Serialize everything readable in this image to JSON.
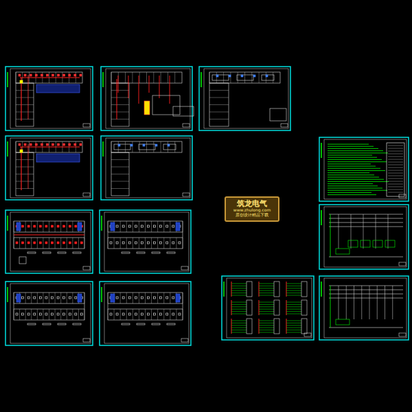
{
  "diagram": {
    "nodes": [
      {
        "text": [
          "筑龙电气",
          "www.zhulong.com",
          "原创设计精品下载"
        ]
      }
    ]
  }
}
